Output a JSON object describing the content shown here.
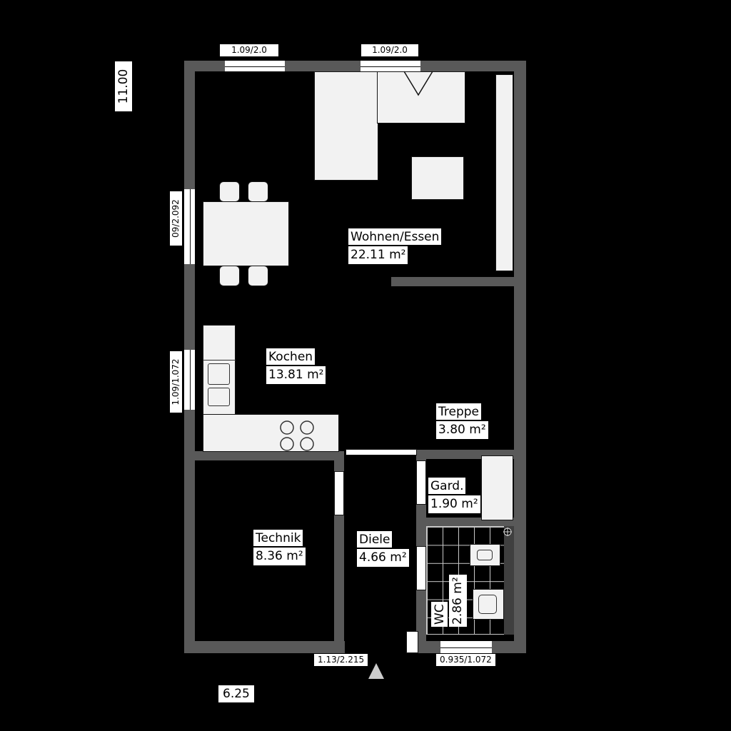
{
  "colors": {
    "background": "#000000",
    "wall": "#595959",
    "furniture": "#f2f2f2",
    "label_background": "#ffffff",
    "label_text": "#000000",
    "tile_line": "#c8c8c8"
  },
  "rooms": [
    {
      "name": "Wohnen/Essen",
      "area": "22.11 m²"
    },
    {
      "name": "Kochen",
      "area": "13.81 m²"
    },
    {
      "name": "Treppe",
      "area": "3.80 m²"
    },
    {
      "name": "Gard.",
      "area": "1.90 m²"
    },
    {
      "name": "Technik",
      "area": "8.36 m²"
    },
    {
      "name": "Diele",
      "area": "4.66 m²"
    },
    {
      "name": "WC",
      "area": "2.86 m²"
    }
  ],
  "dimensions": {
    "top_window_left": "1.09/2.0",
    "top_window_right": "1.09/2.0",
    "total_depth": "11.00",
    "left_window_upper": "09/2.092",
    "left_window_lower": "1.09/1.072",
    "entrance_door": "1.13/2.215",
    "wc_window": "0.935/1.072",
    "total_width": "6.25"
  }
}
